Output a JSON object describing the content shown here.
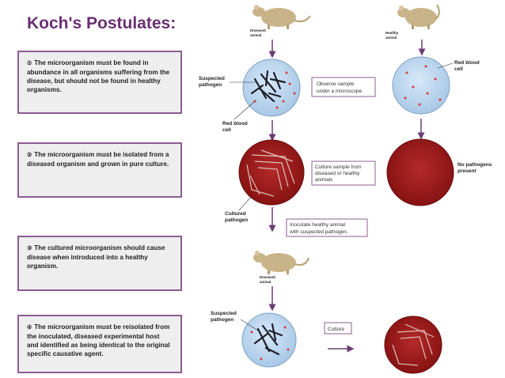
{
  "title": "Koch's Postulates:",
  "postulates": [
    {
      "num": "①",
      "text": "The microorganism must be found in abundance in all organisms suffering from the disease, but should not be found in healthy organisms."
    },
    {
      "num": "②",
      "text": "The microorganism must be isolated from a diseased organism and grown in pure culture."
    },
    {
      "num": "③",
      "text": "The cultured microorganism should cause disease when introduced into a healthy organism."
    },
    {
      "num": "④",
      "text": "The microorganism must be reisolated from the inoculated, diseased experimental host and identified as being identical to the original specific causative agent."
    }
  ],
  "labels": {
    "diseased_animal_1": [
      "Diseased",
      "animal"
    ],
    "healthy_animal": [
      "Healthy",
      "animal"
    ],
    "suspected_pathogen_1": [
      "Suspected",
      "pathogen"
    ],
    "red_blood_cell_left": [
      "Red blood",
      "cell"
    ],
    "red_blood_cell_right": [
      "Red blood",
      "cell"
    ],
    "observe_box": [
      "Observe sample",
      "under a microscope"
    ],
    "culture_box": [
      "Culture sample from",
      "diseased or healthy",
      "animals"
    ],
    "no_pathogens": [
      "No pathogens",
      "present"
    ],
    "cultured_pathogen": [
      "Cultured",
      "pathogen"
    ],
    "inoculate_box": [
      "Inoculate healthy animal",
      "with suspected pathogen."
    ],
    "diseased_animal_2": [
      "Diseased",
      "animal"
    ],
    "suspected_pathogen_2": [
      "Suspected",
      "pathogen"
    ],
    "culture_small_box": "Culture"
  },
  "colors": {
    "title": "#6a2f73",
    "box_border": "#8d5c93",
    "dish": "#9e1b1b",
    "slide": "#bcd6ee",
    "arrow": "#6a3d72"
  }
}
